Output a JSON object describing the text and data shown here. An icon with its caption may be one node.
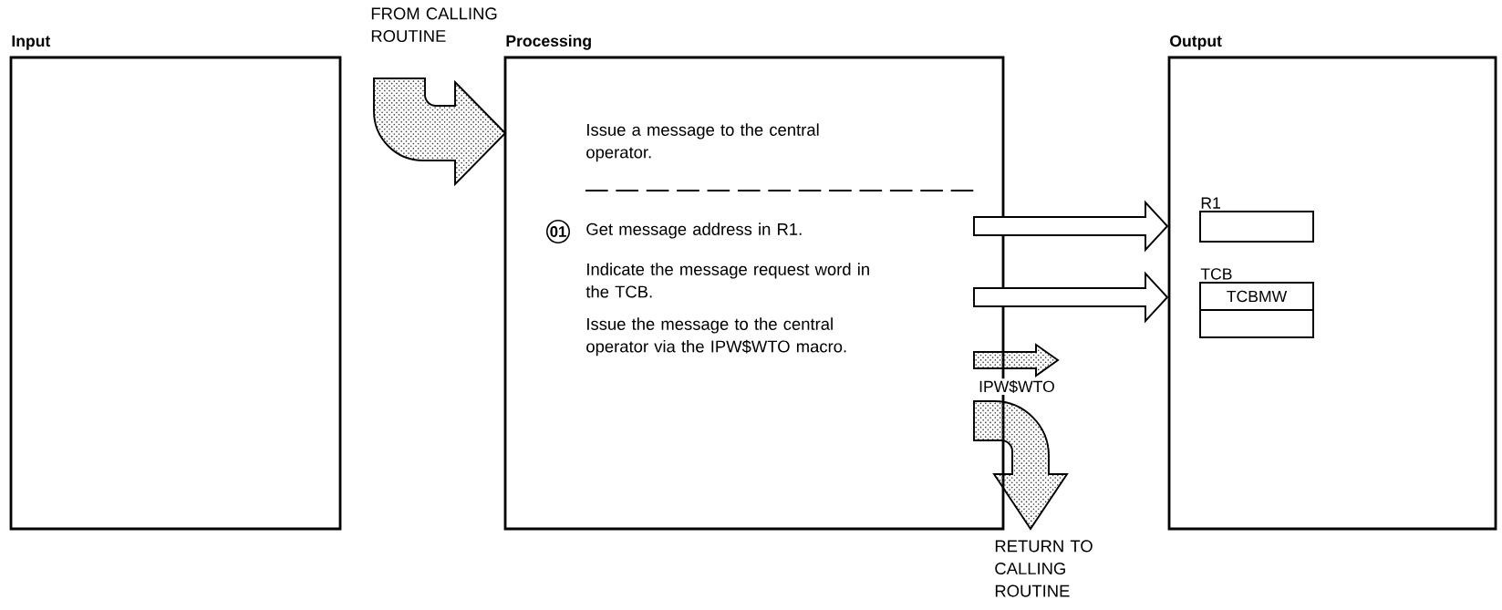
{
  "diagram": {
    "nodes": [
      {
        "text": [
          "Input"
        ]
      },
      {
        "text": [
          "Processing",
          "Issue a message to the central operator.",
          "Get message address in R1.",
          "Indicate the message request word in the TCB.",
          "Issue the message to the central operator via the IPW$WTO macro."
        ]
      },
      {
        "text": [
          "Output"
        ]
      },
      {
        "text": [
          "R1"
        ],
        "in": 2
      },
      {
        "text": [
          "TCB",
          "TCBMW"
        ],
        "in": 2
      },
      {
        "text": [
          "FROM CALLING ROUTINE"
        ]
      },
      {
        "text": [
          "RETURN TO CALLING ROUTINE"
        ]
      }
    ],
    "edges": [
      {
        "from": 5,
        "to": 1,
        "arrow": "to"
      },
      {
        "from": 1,
        "to": 3,
        "arrow": "to"
      },
      {
        "from": 1,
        "to": 4,
        "arrow": "to"
      },
      {
        "from": 1,
        "to": null,
        "arrow": "to",
        "label": "IPW$WTO"
      },
      {
        "from": 1,
        "to": 6,
        "arrow": "to"
      }
    ],
    "labels": [
      "01"
    ]
  }
}
